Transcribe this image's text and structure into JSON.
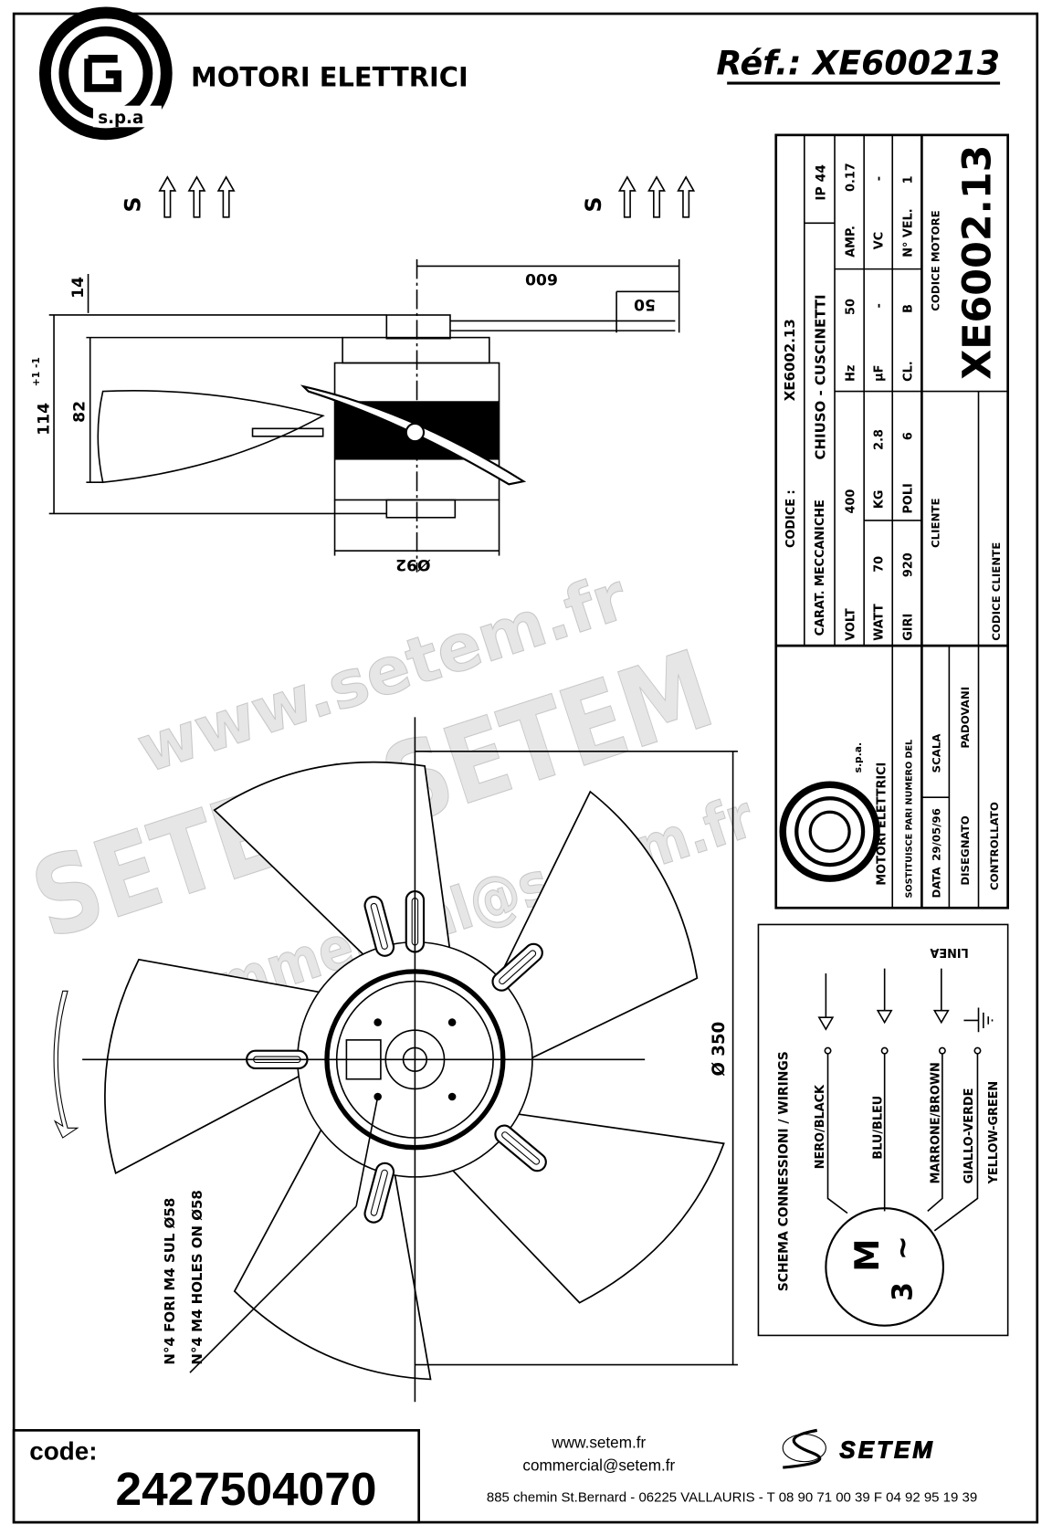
{
  "header": {
    "brand": "MOTORI ELETTRICI",
    "brand_suffix": "s.p.a",
    "reference": "Réf.: XE600213"
  },
  "drawing": {
    "airflow_label": "S",
    "dim_600": "600",
    "dim_50": "50",
    "dim_14": "14",
    "dim_82": "82",
    "dim_114": "114",
    "dim_114_tol": "+1 -1",
    "dim_92": "Ø92",
    "dim_350": "Ø 350",
    "holes_it": "N°4 FORI M4 SUL Ø58",
    "holes_en": "N°4 M4 HOLES ON Ø58"
  },
  "spec_table": {
    "codice_label": "CODICE :",
    "codice_value": "XE6002.13",
    "carat_label": "CARAT. MECCANICHE",
    "carat_value": "CHIUSO - CUSCINETTI",
    "ip": "IP 44",
    "rows": [
      [
        {
          "k": "VOLT",
          "v": "400"
        },
        {
          "k": "Hz",
          "v": "50"
        },
        {
          "k": "AMP.",
          "v": "0.17"
        }
      ],
      [
        {
          "k": "WATT",
          "v": "70"
        },
        {
          "k": "KG",
          "v": "2.8"
        },
        {
          "k": "µF",
          "v": "-"
        },
        {
          "k": "VC",
          "v": "-"
        }
      ],
      [
        {
          "k": "GIRI",
          "v": "920"
        },
        {
          "k": "POLI",
          "v": "6"
        },
        {
          "k": "CL.",
          "v": "B"
        },
        {
          "k": "N° VEL.",
          "v": "1"
        }
      ]
    ],
    "cliente_label": "CLIENTE",
    "codice_cliente_label": "CODICE CLIENTE",
    "codice_motore_label": "CODICE MOTORE",
    "codice_motore_value": "XE6002.13",
    "logo_brand": "MOTORI ELETTRICI",
    "logo_suffix": "s.p.a.",
    "sostituisce_label": "SOSTITUISCE PARI NUMERO DEL",
    "data_label": "DATA",
    "data_value": "29/05/96",
    "scala_label": "SCALA",
    "disegnato_label": "DISEGNATO",
    "disegnato_value": "PADOVANI",
    "controllato_label": "CONTROLLATO"
  },
  "wiring": {
    "title": "SCHEMA CONNESSIONI / WIRINGS",
    "linea": "LINEA",
    "wires": [
      "NERO/BLACK",
      "BLU/BLEU",
      "MARRONE/BROWN",
      "GIALLO-VERDE",
      "YELLOW-GREEN"
    ],
    "motor_m": "M",
    "motor_3": "3",
    "motor_tilde": "~"
  },
  "watermark": {
    "url": "www.setem.fr",
    "brand": "SETEM  SETEM",
    "email": "commercial@setem.fr"
  },
  "footer": {
    "code_label": "code:",
    "code_value": "2427504070",
    "website": "www.setem.fr",
    "email": "commercial@setem.fr",
    "address": "885 chemin St.Bernard  -  06225 VALLAURIS  -  T 08 90 71 00 39   F 04 92 95 19 39",
    "setem_logo": "SETEM"
  }
}
